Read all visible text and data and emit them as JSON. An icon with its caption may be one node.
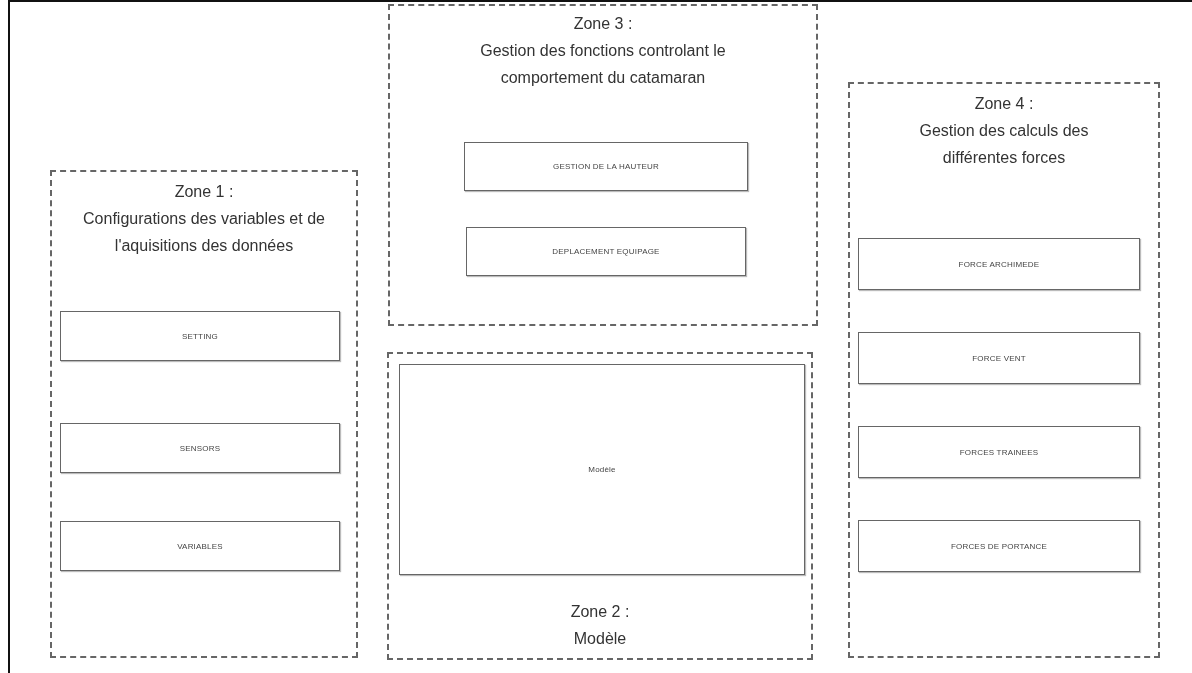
{
  "diagram": {
    "nodes": [
      {
        "text": [
          "Zone 1 :",
          "Configurations des variables et de l'aquisitions des données"
        ]
      },
      {
        "text": [
          "SETTING"
        ],
        "in": 0
      },
      {
        "text": [
          "SENSORS"
        ],
        "in": 0
      },
      {
        "text": [
          "VARIABLES"
        ],
        "in": 0
      },
      {
        "text": [
          "Zone 3 :",
          "Gestion des fonctions controlant le comportement du catamaran"
        ]
      },
      {
        "text": [
          "GESTION DE LA HAUTEUR"
        ],
        "in": 4
      },
      {
        "text": [
          "DEPLACEMENT EQUIPAGE"
        ],
        "in": 4
      },
      {
        "text": [
          "Zone 2 :",
          "Modèle"
        ]
      },
      {
        "text": [
          "Modèle"
        ],
        "in": 7
      },
      {
        "text": [
          "Zone 4 :",
          "Gestion des calculs des différentes forces"
        ]
      },
      {
        "text": [
          "FORCE ARCHIMEDE"
        ],
        "in": 9
      },
      {
        "text": [
          "FORCE VENT"
        ],
        "in": 9
      },
      {
        "text": [
          "FORCES TRAINEES"
        ],
        "in": 9
      },
      {
        "text": [
          "FORCES DE PORTANCE"
        ],
        "in": 9
      }
    ]
  }
}
